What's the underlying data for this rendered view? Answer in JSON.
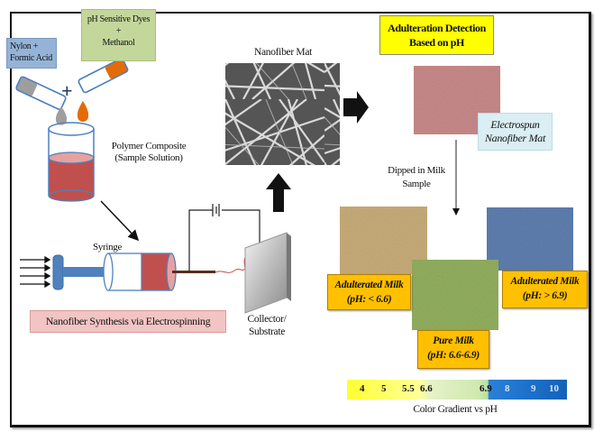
{
  "diagram": {
    "title_box": {
      "line1": "Adulteration Detection",
      "line2": "Based on pH"
    },
    "ingredients": {
      "polymer": {
        "line1": "Nylon +",
        "line2": "Formic Acid"
      },
      "dye": {
        "line1": "pH Sensitive Dyes",
        "line2": "+",
        "line3": "Methanol"
      },
      "plus": "+"
    },
    "beaker_label": {
      "line1": "Polymer Composite",
      "line2": "(Sample Solution)"
    },
    "syringe_label": "Syringe",
    "collector_label": {
      "line1": "Collector/",
      "line2": "Substrate"
    },
    "synthesis_label": "Nanofiber Synthesis via Electrospinning",
    "mat_label": "Nanofiber Mat",
    "electrospun_label": {
      "line1": "Electrospun",
      "line2": "Nanofiber Mat"
    },
    "dip_label": {
      "line1": "Dipped in Milk",
      "line2": "Sample"
    },
    "results": [
      {
        "title": "Adulterated Milk",
        "range": "(pH: < 6.6)",
        "color": "#c9ad7a"
      },
      {
        "title": "Pure Milk",
        "range": "(pH: 6.6-6.9)",
        "color": "#93b060"
      },
      {
        "title": "Adulterated Milk",
        "range": "(pH: > 6.9)",
        "color": "#5f7fb0"
      }
    ],
    "gradient": {
      "ticks": [
        "4",
        "5",
        "5.5",
        "6.6",
        "6.9",
        "8",
        "9",
        "10"
      ],
      "caption": "Color Gradient vs pH"
    },
    "colors": {
      "nylon_box": "#95b3d7",
      "dye_box": "#c4d79b",
      "title_box": "#ffff00",
      "electrospun_box": "#daeef3",
      "synthesis_box": "#f2c4c4",
      "result_box": "#ffc000",
      "solution": "#c0504d",
      "initial_mat": "#c98a8a"
    }
  }
}
